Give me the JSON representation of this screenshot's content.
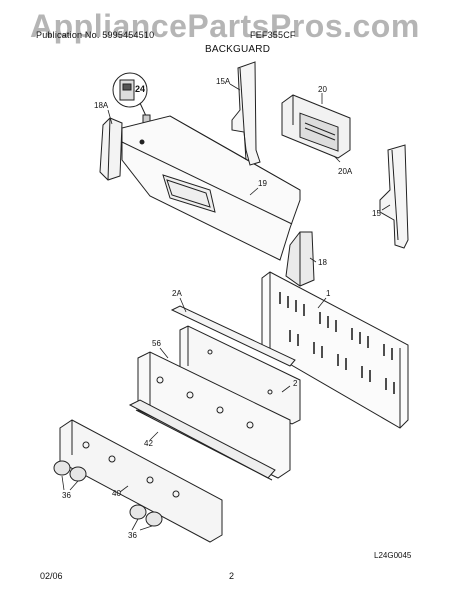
{
  "watermark": "AppliancePartsPros.com",
  "header": {
    "publication": "Publication No. 5995454510",
    "model": "FEF355CF",
    "section_title": "BACKGUARD"
  },
  "callouts": {
    "p1": "1",
    "p2": "2",
    "p2A": "2A",
    "p15": "15",
    "p15A": "15A",
    "p18": "18",
    "p18A": "18A",
    "p19": "19",
    "p20": "20",
    "p20A": "20A",
    "p24": "24",
    "p36a": "36",
    "p36b": "36",
    "p40": "40",
    "p42": "42",
    "p56": "56"
  },
  "diagram_code": "L24G0045",
  "footer": {
    "date": "02/06",
    "page": "2"
  }
}
